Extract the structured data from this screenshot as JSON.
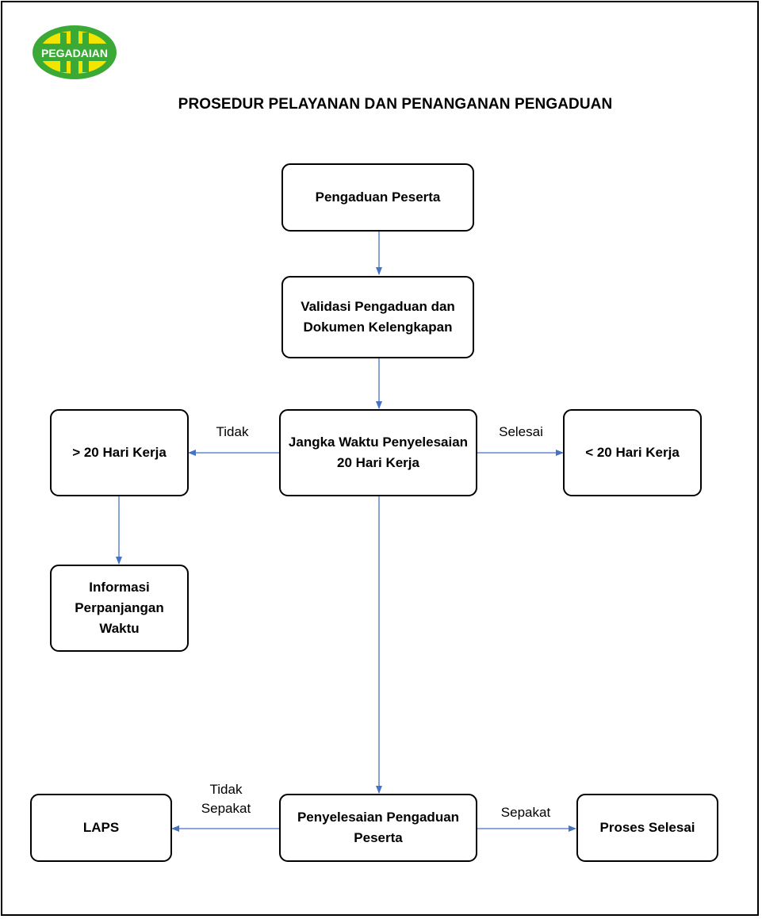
{
  "logo": {
    "text": "PEGADAIAN",
    "colors": {
      "green": "#3aa935",
      "yellow": "#f2e500"
    }
  },
  "title": "PROSEDUR PELAYANAN DAN PENANGANAN PENGADUAN",
  "nodes": {
    "pengaduan_peserta": "Pengaduan Peserta",
    "validasi": "Validasi Pengaduan dan Dokumen Kelengkapan",
    "jangka_waktu": "Jangka Waktu Penyelesaian 20 Hari Kerja",
    "lebih_20": "> 20 Hari Kerja",
    "kurang_20": "< 20 Hari Kerja",
    "informasi": "Informasi Perpanjangan Waktu",
    "penyelesaian": "Penyelesaian Pengaduan Peserta",
    "laps": "LAPS",
    "proses_selesai": "Proses Selesai"
  },
  "edge_labels": {
    "tidak": "Tidak",
    "selesai": "Selesai",
    "tidak_sepakat": "Tidak Sepakat",
    "sepakat": "Sepakat"
  },
  "colors": {
    "arrow": "#4472c4",
    "border": "#000000"
  }
}
